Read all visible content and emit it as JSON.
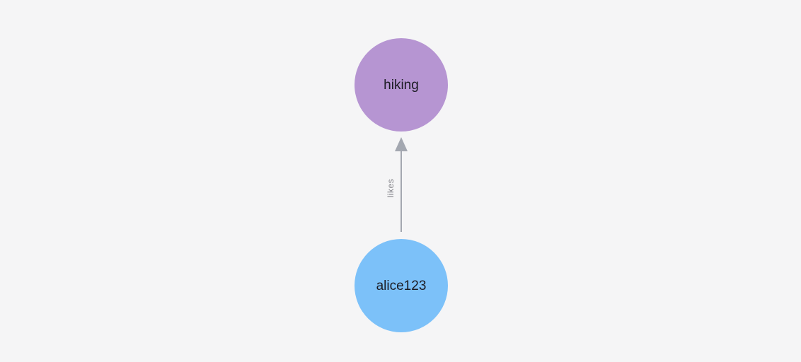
{
  "canvas": {
    "background": "#f5f5f6"
  },
  "graph": {
    "nodes": [
      {
        "id": "hiking",
        "label": "hiking",
        "role": "target",
        "color": "#b695d2",
        "text_color": "#1c1c24"
      },
      {
        "id": "alice123",
        "label": "alice123",
        "role": "source",
        "color": "#7cc1f9",
        "text_color": "#1c1c24"
      }
    ],
    "edges": [
      {
        "from": "alice123",
        "to": "hiking",
        "label": "likes",
        "direction": "up",
        "color": "#a3a7b0",
        "label_color": "#7e7e84"
      }
    ]
  }
}
